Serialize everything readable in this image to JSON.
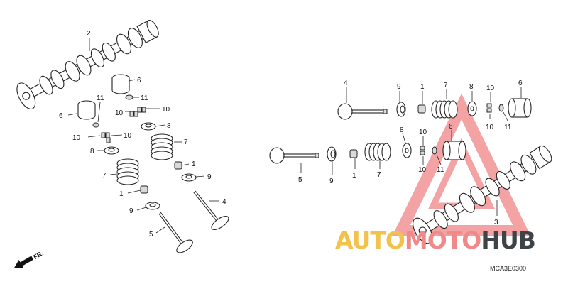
{
  "diagram": {
    "code": "MCA3E0300",
    "direction_label": "FR.",
    "callouts": [
      {
        "id": "c-2-left",
        "text": "2"
      },
      {
        "id": "c-6-left-top",
        "text": "6"
      },
      {
        "id": "c-11-left-a",
        "text": "11"
      },
      {
        "id": "c-11-left-b",
        "text": "11"
      },
      {
        "id": "c-6-left-mid",
        "text": "6"
      },
      {
        "id": "c-10-left-a",
        "text": "10"
      },
      {
        "id": "c-10-left-b",
        "text": "10"
      },
      {
        "id": "c-8-left-a",
        "text": "8"
      },
      {
        "id": "c-10-left-c",
        "text": "10"
      },
      {
        "id": "c-10-left-d",
        "text": "10"
      },
      {
        "id": "c-8-left-b",
        "text": "8"
      },
      {
        "id": "c-7-left-a",
        "text": "7"
      },
      {
        "id": "c-7-left-b",
        "text": "7"
      },
      {
        "id": "c-1-left-a",
        "text": "1"
      },
      {
        "id": "c-9-left-a",
        "text": "9"
      },
      {
        "id": "c-1-left-b",
        "text": "1"
      },
      {
        "id": "c-4-left",
        "text": "4"
      },
      {
        "id": "c-9-left-b",
        "text": "9"
      },
      {
        "id": "c-5-left",
        "text": "5"
      },
      {
        "id": "c-4-right",
        "text": "4"
      },
      {
        "id": "c-9-right-a",
        "text": "9"
      },
      {
        "id": "c-1-right-a",
        "text": "1"
      },
      {
        "id": "c-7-right-a",
        "text": "7"
      },
      {
        "id": "c-8-right-a",
        "text": "8"
      },
      {
        "id": "c-10-right-a",
        "text": "10"
      },
      {
        "id": "c-6-right-a",
        "text": "6"
      },
      {
        "id": "c-10-right-b",
        "text": "10"
      },
      {
        "id": "c-11-right-a",
        "text": "11"
      },
      {
        "id": "c-8-right-b",
        "text": "8"
      },
      {
        "id": "c-10-right-c",
        "text": "10"
      },
      {
        "id": "c-6-right-b",
        "text": "6"
      },
      {
        "id": "c-5-right",
        "text": "5"
      },
      {
        "id": "c-9-right-b",
        "text": "9"
      },
      {
        "id": "c-1-right-b",
        "text": "1"
      },
      {
        "id": "c-7-right-b",
        "text": "7"
      },
      {
        "id": "c-10-right-d",
        "text": "10"
      },
      {
        "id": "c-11-right-b",
        "text": "11"
      },
      {
        "id": "c-3-right",
        "text": "3"
      }
    ]
  },
  "watermark": {
    "brand_parts": [
      "AUTO",
      "MOTO",
      "HUB"
    ],
    "colors": {
      "auto": "#f2c24a",
      "moto": "#f08a8a",
      "hub": "#3d4347",
      "triangle": "#f3a3a3"
    }
  }
}
